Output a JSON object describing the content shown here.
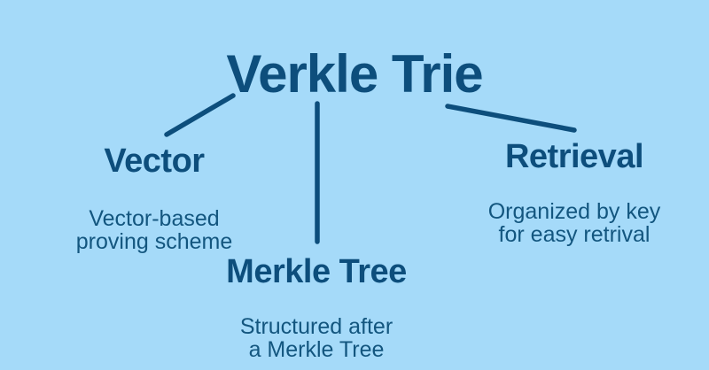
{
  "title": "Verkle Trie",
  "nodes": [
    {
      "id": "vector",
      "label": "Vector",
      "desc_lines": [
        "Vector-based",
        "proving scheme"
      ]
    },
    {
      "id": "merkle-tree",
      "label": "Merkle Tree",
      "desc_lines": [
        "Structured after",
        "a Merkle Tree"
      ]
    },
    {
      "id": "retrieval",
      "label": "Retrieval",
      "desc_lines": [
        "Organized by key",
        "for easy retrival"
      ]
    }
  ],
  "colors": {
    "background": "#a5daf9",
    "heading_text": "#0d4e7c",
    "description_text": "#13567f",
    "connector_line": "#0d4e7c"
  }
}
